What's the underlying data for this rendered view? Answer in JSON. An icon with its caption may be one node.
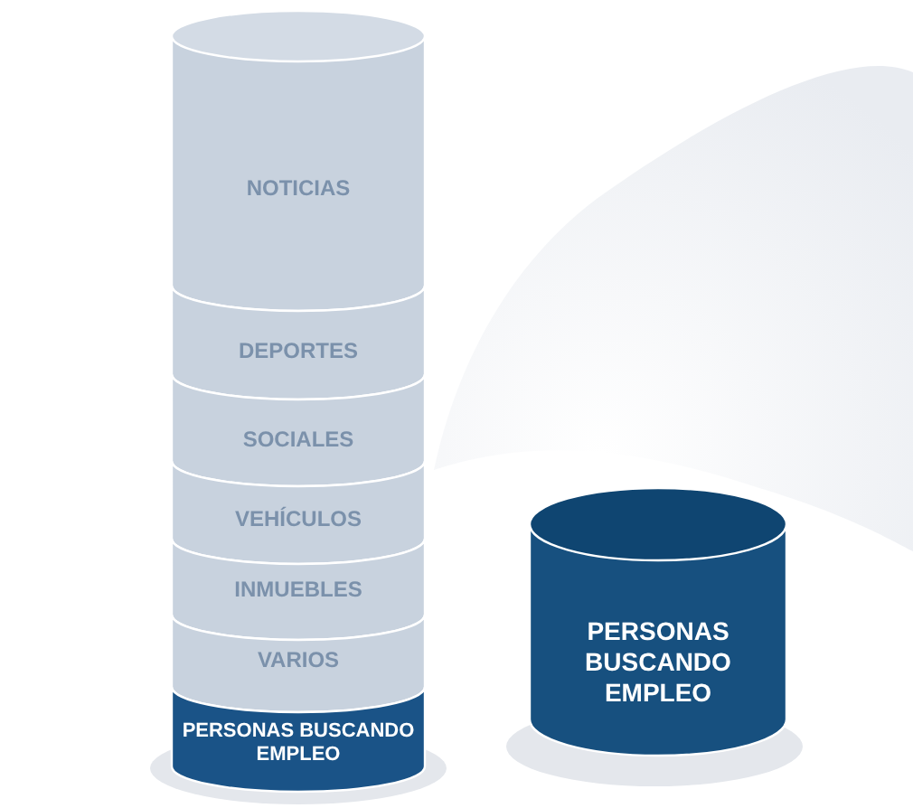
{
  "diagram": {
    "nodes": [
      {
        "text": [
          "NOTICIAS"
        ]
      },
      {
        "text": [
          "DEPORTES"
        ]
      },
      {
        "text": [
          "SOCIALES"
        ]
      },
      {
        "text": [
          "VEHÍCULOS"
        ]
      },
      {
        "text": [
          "INMUEBLES"
        ]
      },
      {
        "text": [
          "VARIOS"
        ]
      },
      {
        "text": [
          "PERSONAS BUSCANDO EMPLEO"
        ]
      },
      {
        "text": [
          "PERSONAS BUSCANDO EMPLEO"
        ]
      }
    ]
  }
}
